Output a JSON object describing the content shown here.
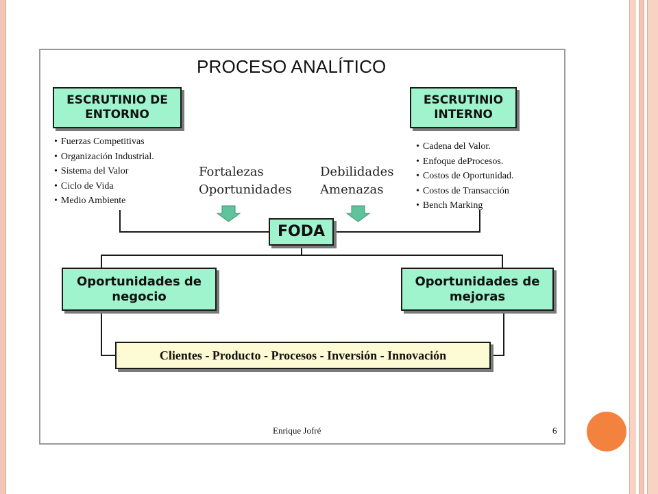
{
  "title": "PROCESO ANALÍTICO",
  "external_scan": {
    "heading_line1": "ESCRUTINIO DE",
    "heading_line2": "ENTORNO",
    "items": [
      "Fuerzas Competitivas",
      "Organización Industrial.",
      "Sistema del Valor",
      "Ciclo de Vida",
      "Medio Ambiente"
    ]
  },
  "internal_scan": {
    "heading_line1": "ESCRUTINIO",
    "heading_line2": "INTERNO",
    "items": [
      "Cadena del Valor.",
      "Enfoque deProcesos.",
      "Costos de Oportunidad.",
      "Costos de Transacción",
      "Bench Marking"
    ]
  },
  "strengths_label": "Fortalezas",
  "opportunities_label": "Oportunidades",
  "weaknesses_label": "Debilidades",
  "threats_label": "Amenazas",
  "center": "FODA",
  "business_opportunities": {
    "line1": "Oportunidades de",
    "line2": "negocio"
  },
  "improvement_opportunities": {
    "line1": "Oportunidades de",
    "line2": "mejoras"
  },
  "outcomes": "Clientes - Producto - Procesos - Inversión - Innovación",
  "footer_author": "Enrique Jofré",
  "footer_page": "6",
  "colors": {
    "box_fill": "#9ff3cd",
    "outcome_fill": "#fdfbd3",
    "arrow_fill": "#5fc49b",
    "accent_circle": "#f3823f",
    "border_stripes": "#f4c5b4"
  }
}
